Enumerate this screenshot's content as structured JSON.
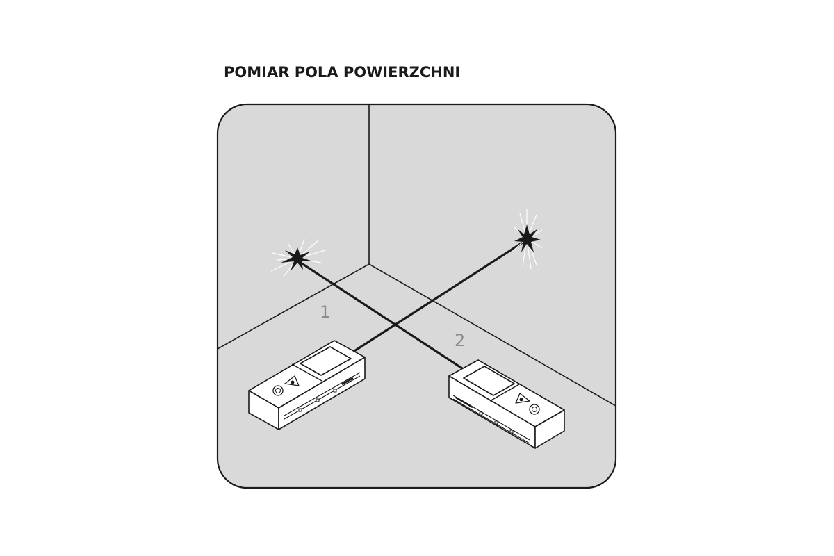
{
  "title": "POMIAR POLA POWIERZCHNI",
  "labels": {
    "measurement_1": "1",
    "measurement_2": "2"
  },
  "colors": {
    "panel": "#d9d9d9",
    "outline": "#1a1a1a",
    "label": "#8c8c8c"
  }
}
